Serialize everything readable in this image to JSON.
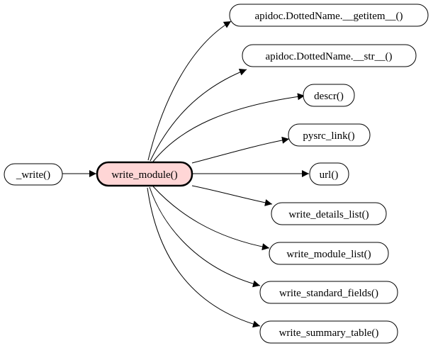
{
  "graph": {
    "caller": {
      "label": "_write()"
    },
    "focus": {
      "label": "write_module()",
      "fill": "#ffd6d6",
      "stroke": "#000000"
    },
    "callees": [
      {
        "label": "apidoc.DottedName.__getitem__()"
      },
      {
        "label": "apidoc.DottedName.__str__()"
      },
      {
        "label": "descr()"
      },
      {
        "label": "pysrc_link()"
      },
      {
        "label": "url()"
      },
      {
        "label": "write_details_list()"
      },
      {
        "label": "write_module_list()"
      },
      {
        "label": "write_standard_fields()"
      },
      {
        "label": "write_summary_table()"
      }
    ],
    "colors": {
      "node_fill": "#ffffff",
      "node_stroke": "#000000",
      "edge": "#000000"
    }
  }
}
